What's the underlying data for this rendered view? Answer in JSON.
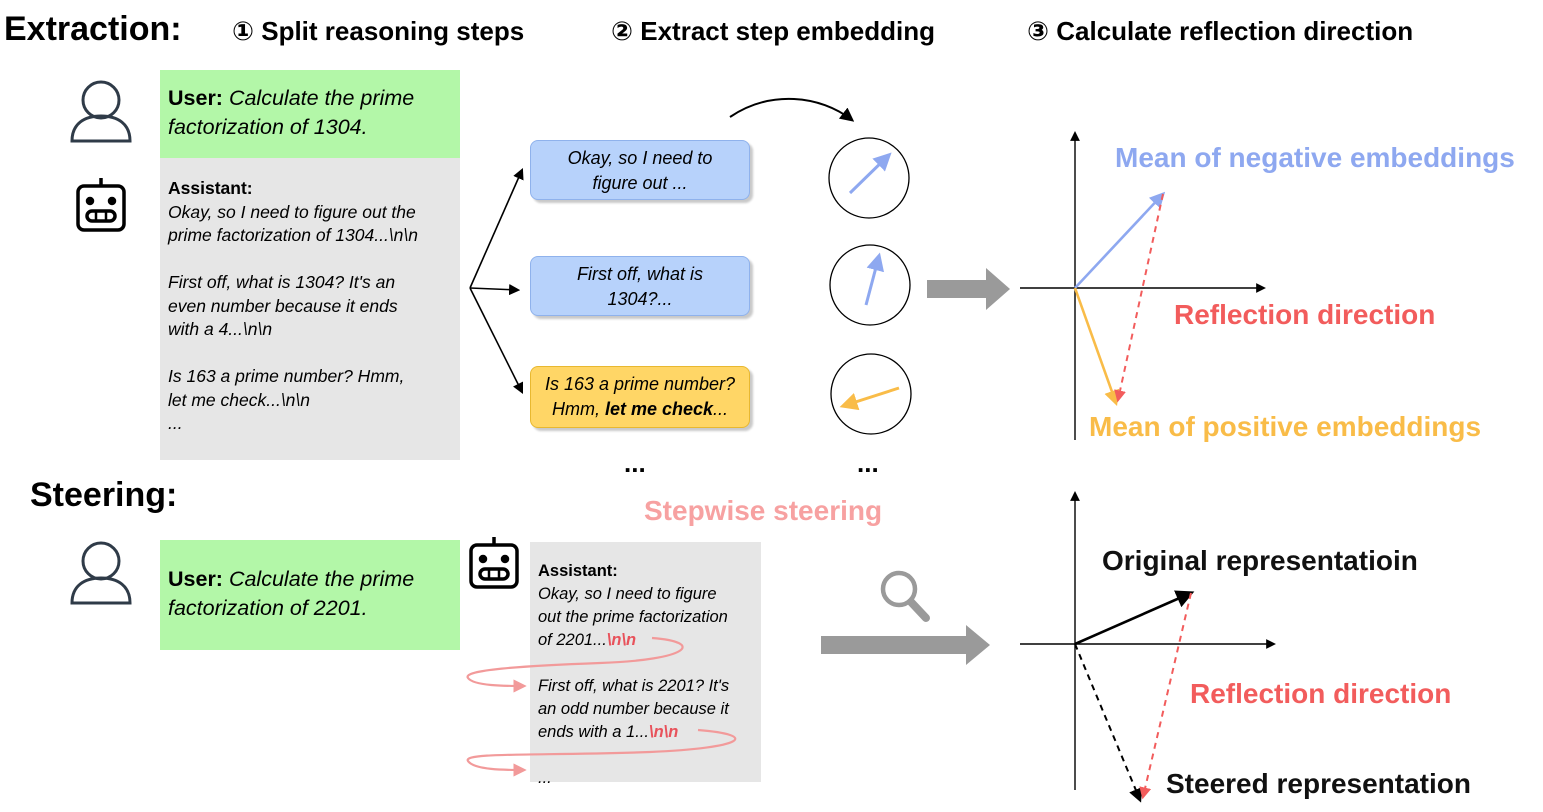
{
  "headers": {
    "extraction": "Extraction:",
    "step1": "① Split reasoning steps",
    "step2": "② Extract step embedding",
    "step3": "③ Calculate reflection direction",
    "steering": "Steering:"
  },
  "extraction": {
    "user_label": "User:",
    "user_text_line1": "Calculate the prime",
    "user_text_line2": "factorization of 1304.",
    "assistant_label": "Assistant:",
    "assistant_lines": [
      "Okay, so I need to figure out the",
      "prime factorization of 1304...\\n\\n",
      "",
      "First off, what is 1304? It's an",
      "even number because it ends",
      "with a 4...\\n\\n",
      "",
      "Is 163 a prime number? Hmm,",
      "let me check...\\n\\n",
      "..."
    ],
    "steps": [
      {
        "line1": "Okay, so I need to",
        "line2": "figure out ..."
      },
      {
        "line1": "First off, what is",
        "line2": "1304?..."
      },
      {
        "line1": "Is 163 a prime number?",
        "line2_prefix": "Hmm, ",
        "line2_bold": "let me check",
        "line2_suffix": "..."
      }
    ],
    "ellipsis_steps": "...",
    "ellipsis_circles": "...",
    "label_negative": "Mean of negative embeddings",
    "label_reflection": "Reflection direction",
    "label_positive": "Mean of positive embeddings"
  },
  "steering": {
    "user_label": "User:",
    "user_text_line1": "Calculate the prime",
    "user_text_line2": "factorization of 2201.",
    "assistant_label": "Assistant:",
    "assistant_lines": [
      {
        "text": "Okay, so I need to figure"
      },
      {
        "text": "out the prime factorization"
      },
      {
        "text": "of 2201...",
        "red": "\\n\\n"
      },
      {
        "text": ""
      },
      {
        "text": "First off, what is 2201? It's"
      },
      {
        "text": "an odd number because it"
      },
      {
        "text": "ends with a 1...",
        "red": "\\n\\n"
      },
      {
        "text": ""
      },
      {
        "text": "..."
      }
    ],
    "stepwise_label": "Stepwise steering",
    "label_original": "Original representatioin",
    "label_reflection": "Reflection direction",
    "label_steered": "Steered representation"
  },
  "colors": {
    "user_box": "#b3f7a8",
    "assistant_box": "#e6e6e6",
    "step_blue": "#b7d2fb",
    "step_orange": "#ffd666",
    "negative": "#8ea8f0",
    "positive": "#f9bc48",
    "reflection": "#f25c5c",
    "stepwise": "#f7a1a1",
    "big_arrow": "#9a9a9a"
  },
  "icons": [
    "user-icon",
    "robot-icon",
    "magnifier-icon"
  ]
}
